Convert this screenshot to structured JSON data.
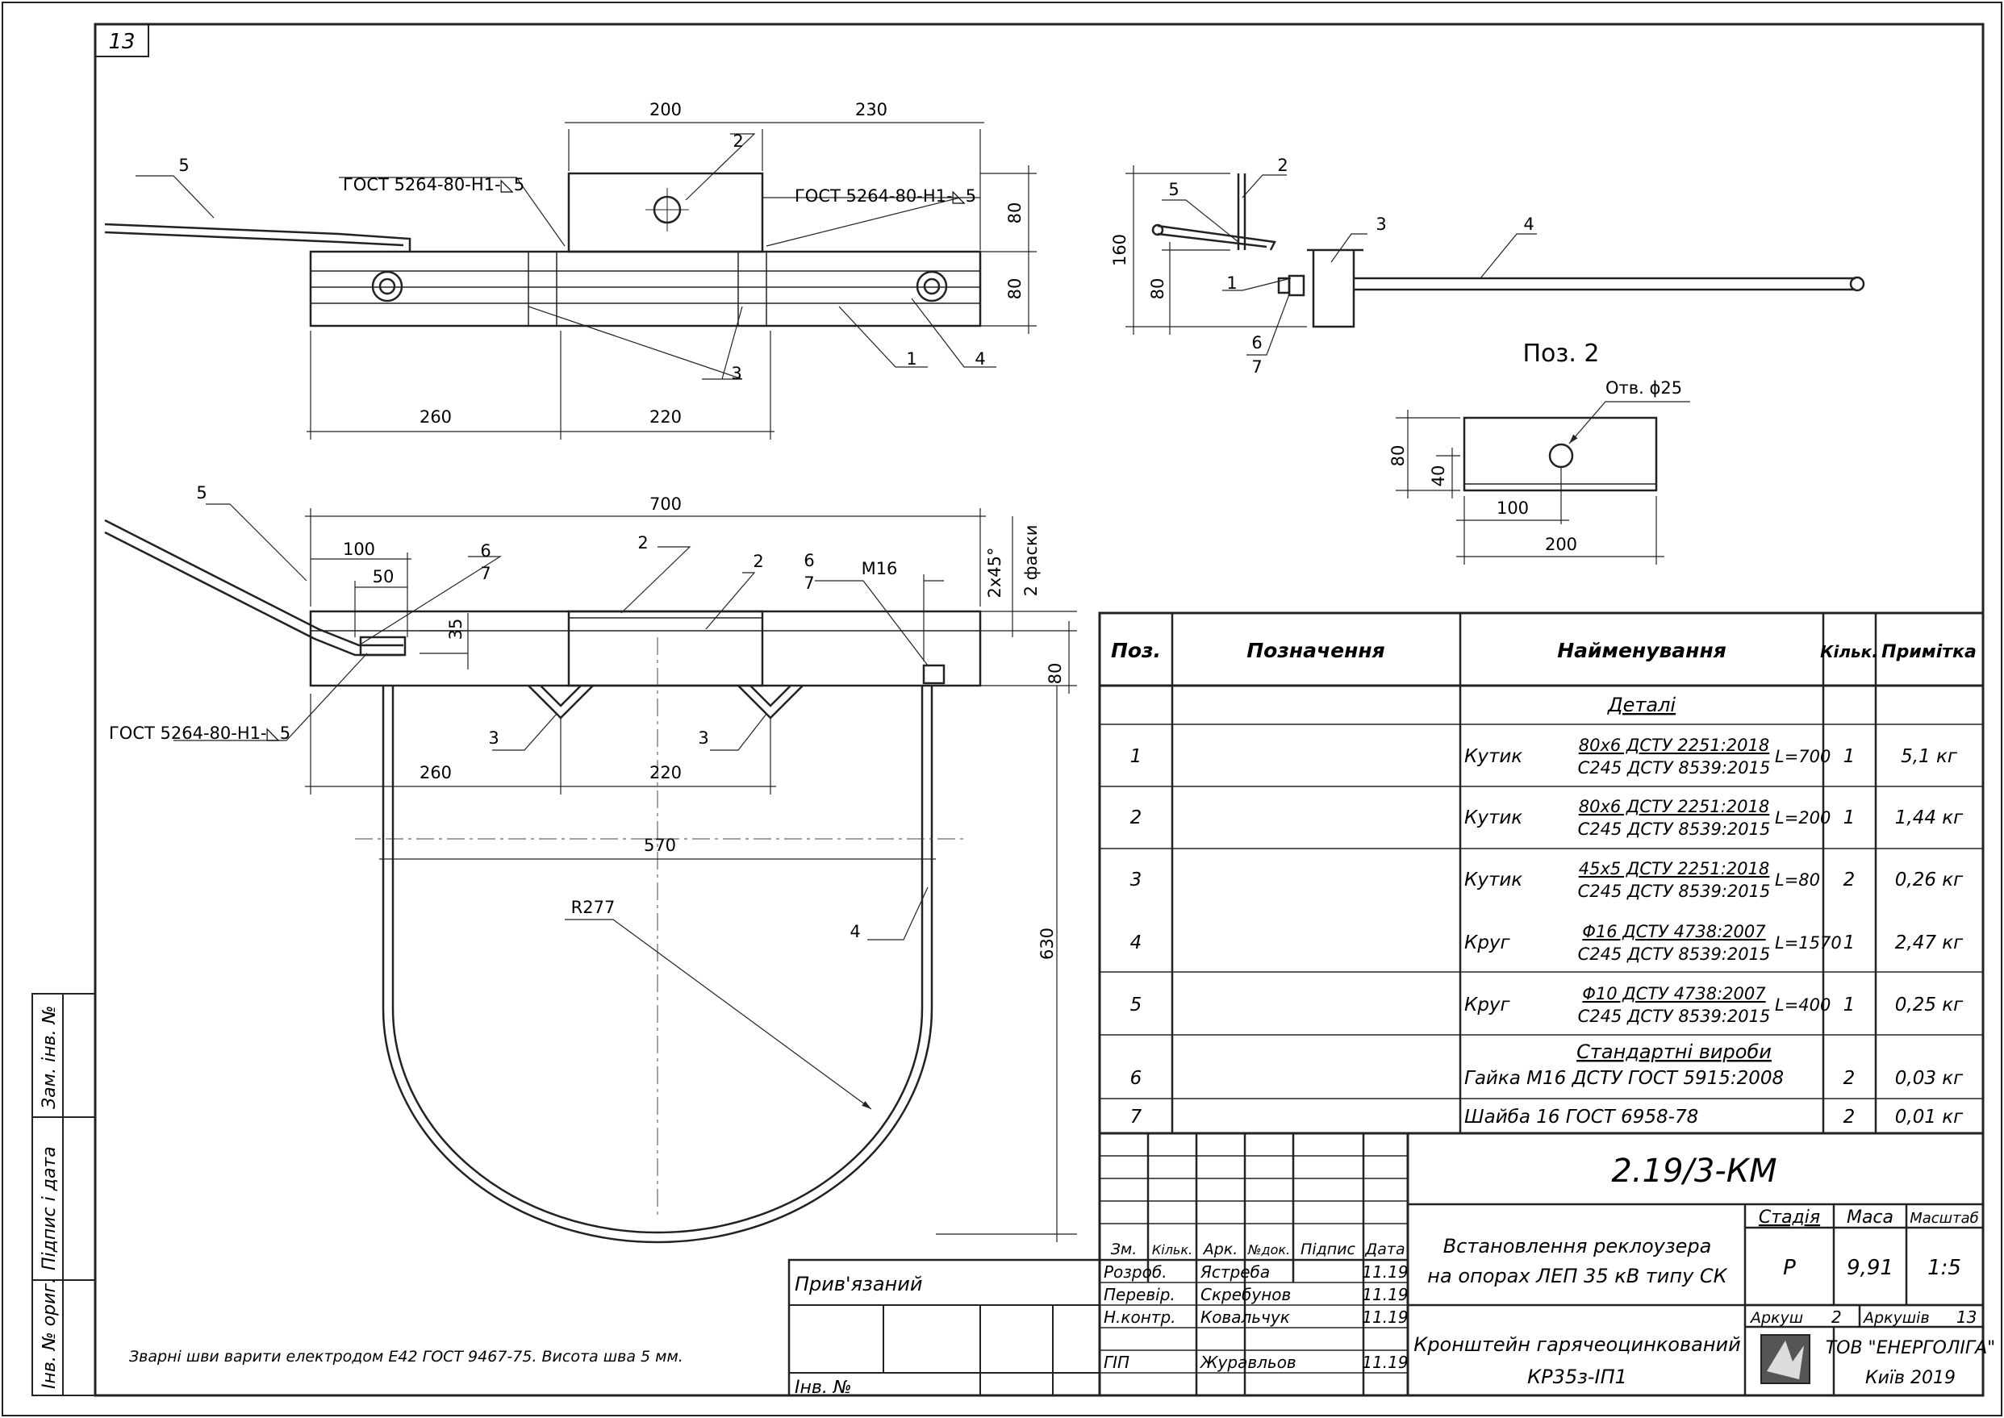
{
  "sheet_number": "13",
  "views": {
    "top": {
      "dims": [
        "200",
        "230",
        "80",
        "80",
        "260",
        "220"
      ],
      "callouts": [
        "5",
        "2",
        "3",
        "1",
        "4"
      ],
      "weld_left": "ГОСТ 5264-80-Н1-◺5",
      "weld_right": "ГОСТ 5264-80-Н1-◺5"
    },
    "side": {
      "dims": [
        "160",
        "80"
      ],
      "callouts": [
        "5",
        "2",
        "3",
        "4",
        "1",
        "6",
        "7"
      ]
    },
    "detail": {
      "title": "Поз. 2",
      "hole": "Отв. ϕ25",
      "dims": [
        "80",
        "40",
        "100",
        "200"
      ]
    },
    "plan": {
      "dims": [
        "700",
        "100",
        "50",
        "35",
        "2x45°",
        "2 фаски",
        "М16",
        "80",
        "260",
        "220",
        "570",
        "630",
        "R277"
      ],
      "callouts": [
        "5",
        "6",
        "7",
        "2",
        "2",
        "6",
        "7",
        "3",
        "3",
        "4"
      ],
      "weld": "ГОСТ 5264-80-Н1-◺5"
    }
  },
  "welding_note": "Зварні шви варити електродом Е42 ГОСТ 9467-75. Висота шва 5 мм.",
  "side_stamp": [
    "Інв. № ориг.",
    "Підпис і дата",
    "Зам. інв. №"
  ],
  "spec": {
    "headers": [
      "Поз.",
      "Позначення",
      "Найменування",
      "Кільк.",
      "Примітка"
    ],
    "section_details": "Деталі",
    "section_standard": "Стандартні вироби",
    "rows": [
      {
        "pos": "1",
        "name": "Кутик",
        "num": "80x6 ДСТУ 2251:2018",
        "den": "С245 ДСТУ 8539:2015",
        "len": "L=700",
        "qty": "1",
        "note": "5,1 кг"
      },
      {
        "pos": "2",
        "name": "Кутик",
        "num": "80x6 ДСТУ 2251:2018",
        "den": "С245 ДСТУ 8539:2015",
        "len": "L=200",
        "qty": "1",
        "note": "1,44 кг"
      },
      {
        "pos": "3",
        "name": "Кутик",
        "num": "45x5 ДСТУ 2251:2018",
        "den": "С245 ДСТУ 8539:2015",
        "len": "L=80",
        "qty": "2",
        "note": "0,26 кг"
      },
      {
        "pos": "4",
        "name": "Круг",
        "num": "Φ16 ДСТУ 4738:2007",
        "den": "С245 ДСТУ 8539:2015",
        "len": "L=1570",
        "qty": "1",
        "note": "2,47 кг"
      },
      {
        "pos": "5",
        "name": "Круг",
        "num": "Φ10 ДСТУ 4738:2007",
        "den": "С245 ДСТУ 8539:2015",
        "len": "L=400",
        "qty": "1",
        "note": "0,25 кг"
      }
    ],
    "std_rows": [
      {
        "pos": "6",
        "text": "Гайка М16 ДСТУ ГОСТ 5915:2008",
        "qty": "2",
        "note": "0,03 кг"
      },
      {
        "pos": "7",
        "text": "Шайба 16 ГОСТ 6958-78",
        "qty": "2",
        "note": "0,01 кг"
      }
    ]
  },
  "title_block": {
    "code": "2.19/3-КМ",
    "column_headers": [
      "Зм.",
      "Кільк.",
      "Арк.",
      "№док.",
      "Підпис",
      "Дата"
    ],
    "signers": [
      {
        "role": "Розроб.",
        "name": "Ястреба",
        "date": "11.19"
      },
      {
        "role": "Перевір.",
        "name": "Скребунов",
        "date": "11.19"
      },
      {
        "role": "Н.контр.",
        "name": "Ковальчук",
        "date": "11.19"
      },
      {
        "role": "ГІП",
        "name": "Журавльов",
        "date": "11.19"
      }
    ],
    "project_line1": "Встановлення реклоузера",
    "project_line2": "на опорах ЛЕП 35 кВ типу СК",
    "stage_label": "Стадія",
    "mass_label": "Маса",
    "scale_label": "Масштаб",
    "stage": "Р",
    "mass": "9,91",
    "scale": "1:5",
    "sheet_label": "Аркуш",
    "sheet": "2",
    "sheets_label": "Аркушів",
    "sheets": "13",
    "item_line1": "Кронштейн гарячеоцинкований",
    "item_line2": "КР35з-ІП1",
    "company": "ТОВ \"ЕНЕРГОЛІГА\"",
    "city": "Київ 2019",
    "linked": "Прив'язаний",
    "inv_no": "Інв. №"
  }
}
